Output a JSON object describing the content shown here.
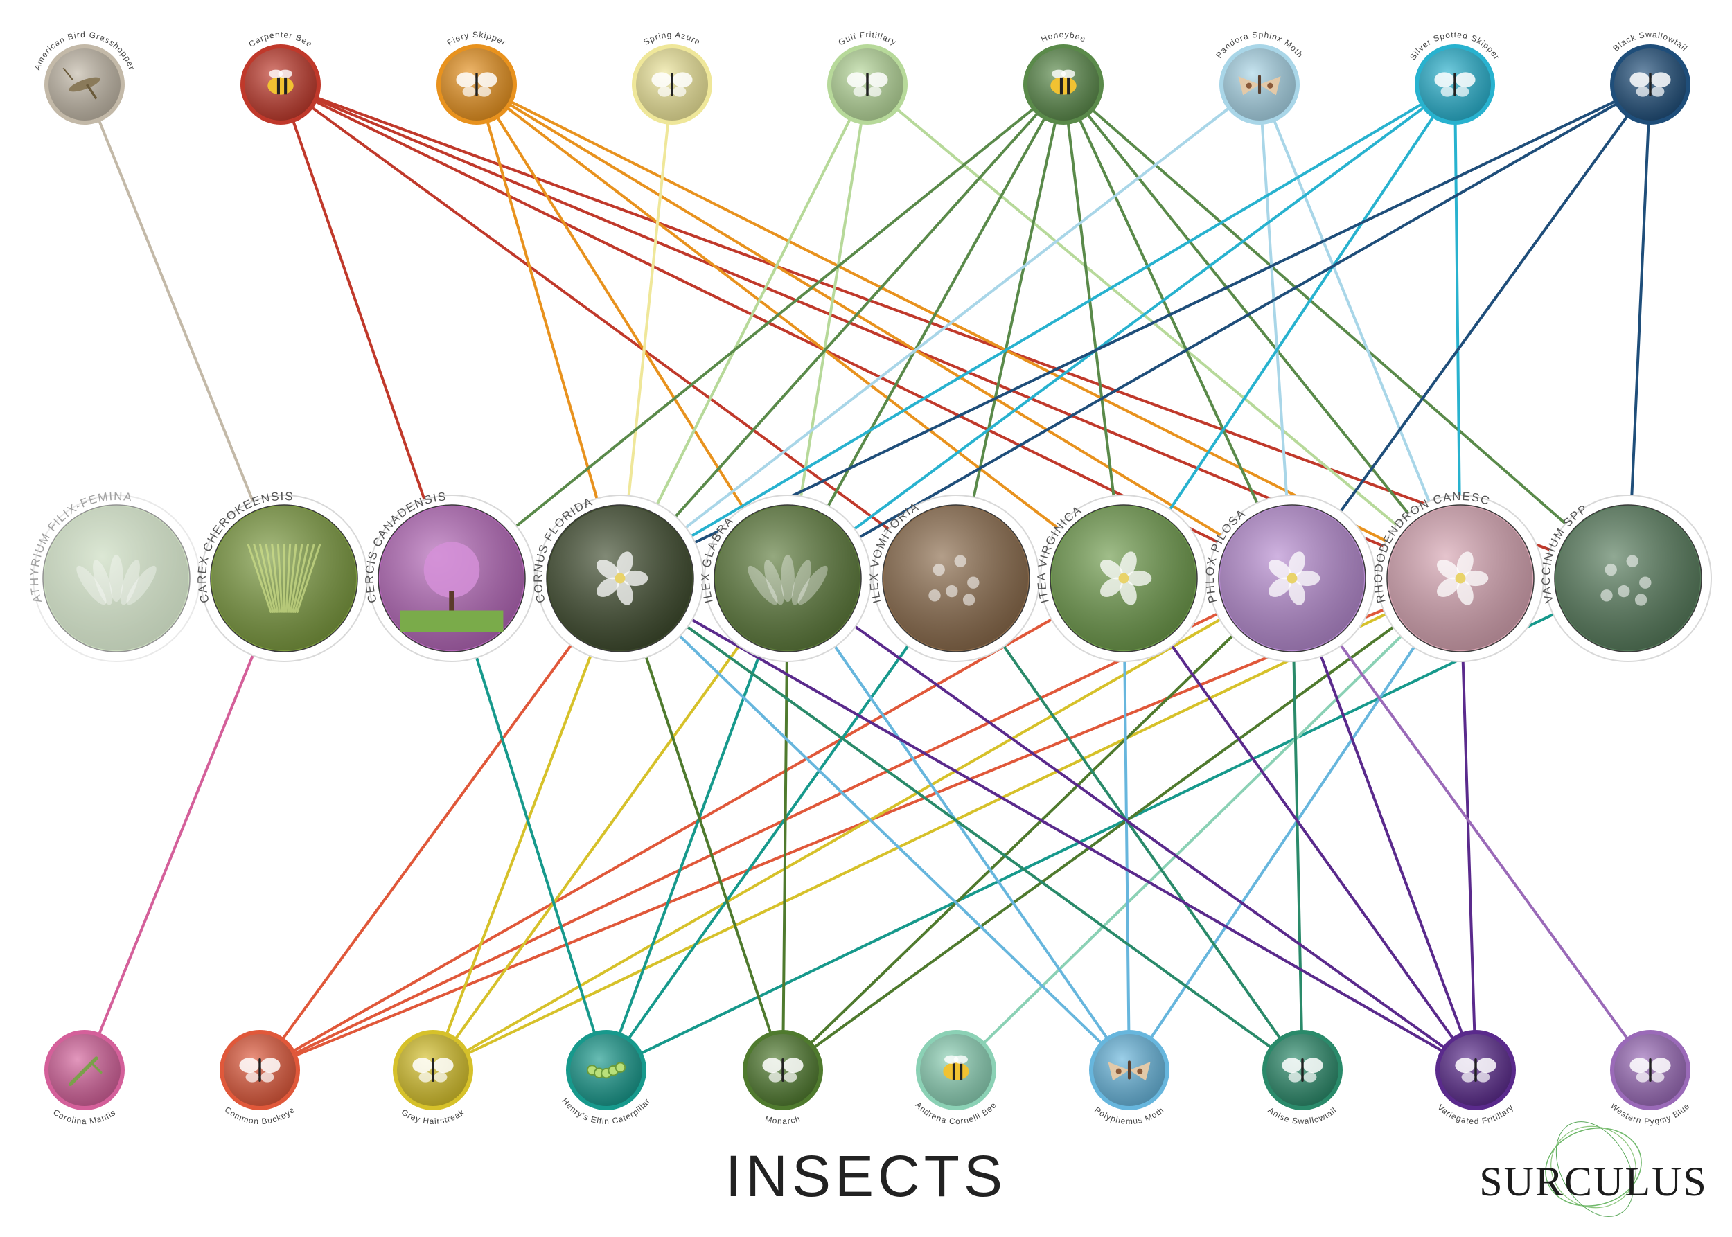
{
  "title": "INSECTS",
  "brand": "SURCULUS",
  "top_insects": [
    {
      "id": "american-bird-grasshopper",
      "label": "American Bird Grasshopper",
      "color": "#c3b9a8",
      "icon": "grasshopper-icon"
    },
    {
      "id": "carpenter-bee",
      "label": "Carpenter Bee",
      "color": "#c0392b",
      "icon": "bee-icon"
    },
    {
      "id": "fiery-skipper",
      "label": "Fiery Skipper",
      "color": "#e8921e",
      "icon": "butterfly-icon"
    },
    {
      "id": "spring-azure",
      "label": "Spring Azure",
      "color": "#efe79a",
      "icon": "butterfly-icon"
    },
    {
      "id": "gulf-fritillary",
      "label": "Gulf Fritillary",
      "color": "#b7d99a",
      "icon": "butterfly-icon"
    },
    {
      "id": "honeybee",
      "label": "Honeybee",
      "color": "#5a8a4a",
      "icon": "bee-icon"
    },
    {
      "id": "pandora-sphinx-moth",
      "label": "Pandora Sphinx Moth",
      "color": "#a9d6e8",
      "icon": "moth-icon"
    },
    {
      "id": "silver-spotted-skipper",
      "label": "Silver Spotted Skipper",
      "color": "#28b2cf",
      "icon": "butterfly-icon"
    },
    {
      "id": "black-swallowtail",
      "label": "Black Swallowtail",
      "color": "#1f4e7a",
      "icon": "butterfly-icon"
    }
  ],
  "plants": [
    {
      "id": "athyrium",
      "label": "ATHYRIUM FILIX-FEMINA",
      "icon": "fern-icon",
      "fill": "#9fbf8a",
      "faded": true
    },
    {
      "id": "carex",
      "label": "CAREX CHEROKEENSIS",
      "icon": "grass-icon",
      "fill": "#7b9a3e",
      "faded": false
    },
    {
      "id": "cercis",
      "label": "CERCIS CANADENSIS",
      "icon": "tree-icon",
      "fill": "#b466b8",
      "faded": false
    },
    {
      "id": "cornus",
      "label": "CORNUS FLORIDA",
      "icon": "flower-icon",
      "fill": "#3d4a2c",
      "faded": false
    },
    {
      "id": "ilex-glabra",
      "label": "ILEX GLABRA",
      "icon": "leaf-icon",
      "fill": "#5c7a3a",
      "faded": false
    },
    {
      "id": "ilex-vomitoria",
      "label": "ILEX VOMITORIA",
      "icon": "berry-icon",
      "fill": "#8a6a4a",
      "faded": false
    },
    {
      "id": "itea",
      "label": "ITEA VIRGINICA",
      "icon": "flower-icon",
      "fill": "#6d9a4a",
      "faded": false
    },
    {
      "id": "phlox",
      "label": "PHLOX PILOSA",
      "icon": "flower-icon",
      "fill": "#b68ad0",
      "faded": false
    },
    {
      "id": "rhododendron",
      "label": "RHODODENDRON CANESCENS",
      "icon": "flower-icon",
      "fill": "#d7a4b2",
      "faded": false
    },
    {
      "id": "vaccinium",
      "label": "VACCINIUM SPP",
      "icon": "berry-icon",
      "fill": "#557a5a",
      "faded": false
    }
  ],
  "bottom_insects": [
    {
      "id": "carolina-mantis",
      "label": "Carolina Mantis",
      "color": "#d4609a",
      "icon": "mantis-icon"
    },
    {
      "id": "common-buckeye",
      "label": "Common Buckeye",
      "color": "#e0583a",
      "icon": "butterfly-icon"
    },
    {
      "id": "grey-hairstreak",
      "label": "Grey Hairstreak",
      "color": "#d6c12a",
      "icon": "butterfly-icon"
    },
    {
      "id": "henrys-elfin",
      "label": "Henry's Elfin Caterpillar",
      "color": "#17998c",
      "icon": "caterpillar-icon"
    },
    {
      "id": "monarch",
      "label": "Monarch",
      "color": "#4f7a2e",
      "icon": "butterfly-icon"
    },
    {
      "id": "andrena",
      "label": "Andrena Cornelli Bee",
      "color": "#8bd1b5",
      "icon": "bee-icon"
    },
    {
      "id": "polyphemus",
      "label": "Polyphemus Moth",
      "color": "#67b6dd",
      "icon": "moth-icon"
    },
    {
      "id": "anise-swallowtail",
      "label": "Anise Swallowtail",
      "color": "#2a8a6a",
      "icon": "butterfly-icon"
    },
    {
      "id": "variegated-fritillary",
      "label": "Variegated Fritillary",
      "color": "#5a2a8c",
      "icon": "butterfly-icon"
    },
    {
      "id": "western-pygmy-blue",
      "label": "Western Pygmy Blue",
      "color": "#9a6ab8",
      "icon": "butterfly-icon"
    }
  ],
  "top_links": [
    {
      "insect": "american-bird-grasshopper",
      "plant": "carex"
    },
    {
      "insect": "carpenter-bee",
      "plant": "cercis"
    },
    {
      "insect": "carpenter-bee",
      "plant": "ilex-vomitoria"
    },
    {
      "insect": "carpenter-bee",
      "plant": "phlox"
    },
    {
      "insect": "carpenter-bee",
      "plant": "rhododendron"
    },
    {
      "insect": "carpenter-bee",
      "plant": "vaccinium"
    },
    {
      "insect": "fiery-skipper",
      "plant": "cornus"
    },
    {
      "insect": "fiery-skipper",
      "plant": "ilex-glabra"
    },
    {
      "insect": "fiery-skipper",
      "plant": "itea"
    },
    {
      "insect": "fiery-skipper",
      "plant": "phlox"
    },
    {
      "insect": "fiery-skipper",
      "plant": "rhododendron"
    },
    {
      "insect": "spring-azure",
      "plant": "cornus"
    },
    {
      "insect": "gulf-fritillary",
      "plant": "cornus"
    },
    {
      "insect": "gulf-fritillary",
      "plant": "ilex-glabra"
    },
    {
      "insect": "gulf-fritillary",
      "plant": "rhododendron"
    },
    {
      "insect": "honeybee",
      "plant": "cercis"
    },
    {
      "insect": "honeybee",
      "plant": "cornus"
    },
    {
      "insect": "honeybee",
      "plant": "ilex-glabra"
    },
    {
      "insect": "honeybee",
      "plant": "ilex-vomitoria"
    },
    {
      "insect": "honeybee",
      "plant": "itea"
    },
    {
      "insect": "honeybee",
      "plant": "phlox"
    },
    {
      "insect": "honeybee",
      "plant": "rhododendron"
    },
    {
      "insect": "honeybee",
      "plant": "vaccinium"
    },
    {
      "insect": "pandora-sphinx-moth",
      "plant": "cornus"
    },
    {
      "insect": "pandora-sphinx-moth",
      "plant": "phlox"
    },
    {
      "insect": "pandora-sphinx-moth",
      "plant": "rhododendron"
    },
    {
      "insect": "silver-spotted-skipper",
      "plant": "cornus"
    },
    {
      "insect": "silver-spotted-skipper",
      "plant": "ilex-glabra"
    },
    {
      "insect": "silver-spotted-skipper",
      "plant": "itea"
    },
    {
      "insect": "silver-spotted-skipper",
      "plant": "rhododendron"
    },
    {
      "insect": "black-swallowtail",
      "plant": "cornus"
    },
    {
      "insect": "black-swallowtail",
      "plant": "ilex-glabra"
    },
    {
      "insect": "black-swallowtail",
      "plant": "phlox"
    },
    {
      "insect": "black-swallowtail",
      "plant": "vaccinium"
    }
  ],
  "bottom_links": [
    {
      "insect": "carolina-mantis",
      "plant": "carex"
    },
    {
      "insect": "common-buckeye",
      "plant": "cornus"
    },
    {
      "insect": "common-buckeye",
      "plant": "phlox"
    },
    {
      "insect": "common-buckeye",
      "plant": "rhododendron"
    },
    {
      "insect": "common-buckeye",
      "plant": "itea"
    },
    {
      "insect": "grey-hairstreak",
      "plant": "cornus"
    },
    {
      "insect": "grey-hairstreak",
      "plant": "ilex-glabra"
    },
    {
      "insect": "grey-hairstreak",
      "plant": "rhododendron"
    },
    {
      "insect": "grey-hairstreak",
      "plant": "phlox"
    },
    {
      "insect": "henrys-elfin",
      "plant": "cercis"
    },
    {
      "insect": "henrys-elfin",
      "plant": "ilex-glabra"
    },
    {
      "insect": "henrys-elfin",
      "plant": "ilex-vomitoria"
    },
    {
      "insect": "henrys-elfin",
      "plant": "vaccinium"
    },
    {
      "insect": "monarch",
      "plant": "cornus"
    },
    {
      "insect": "monarch",
      "plant": "ilex-glabra"
    },
    {
      "insect": "monarch",
      "plant": "rhododendron"
    },
    {
      "insect": "monarch",
      "plant": "phlox"
    },
    {
      "insect": "andrena",
      "plant": "rhododendron"
    },
    {
      "insect": "polyphemus",
      "plant": "cornus"
    },
    {
      "insect": "polyphemus",
      "plant": "ilex-glabra"
    },
    {
      "insect": "polyphemus",
      "plant": "itea"
    },
    {
      "insect": "polyphemus",
      "plant": "rhododendron"
    },
    {
      "insect": "anise-swallowtail",
      "plant": "cornus"
    },
    {
      "insect": "anise-swallowtail",
      "plant": "ilex-vomitoria"
    },
    {
      "insect": "anise-swallowtail",
      "plant": "phlox"
    },
    {
      "insect": "variegated-fritillary",
      "plant": "cornus"
    },
    {
      "insect": "variegated-fritillary",
      "plant": "ilex-glabra"
    },
    {
      "insect": "variegated-fritillary",
      "plant": "itea"
    },
    {
      "insect": "variegated-fritillary",
      "plant": "phlox"
    },
    {
      "insect": "variegated-fritillary",
      "plant": "rhododendron"
    },
    {
      "insect": "western-pygmy-blue",
      "plant": "phlox"
    }
  ]
}
